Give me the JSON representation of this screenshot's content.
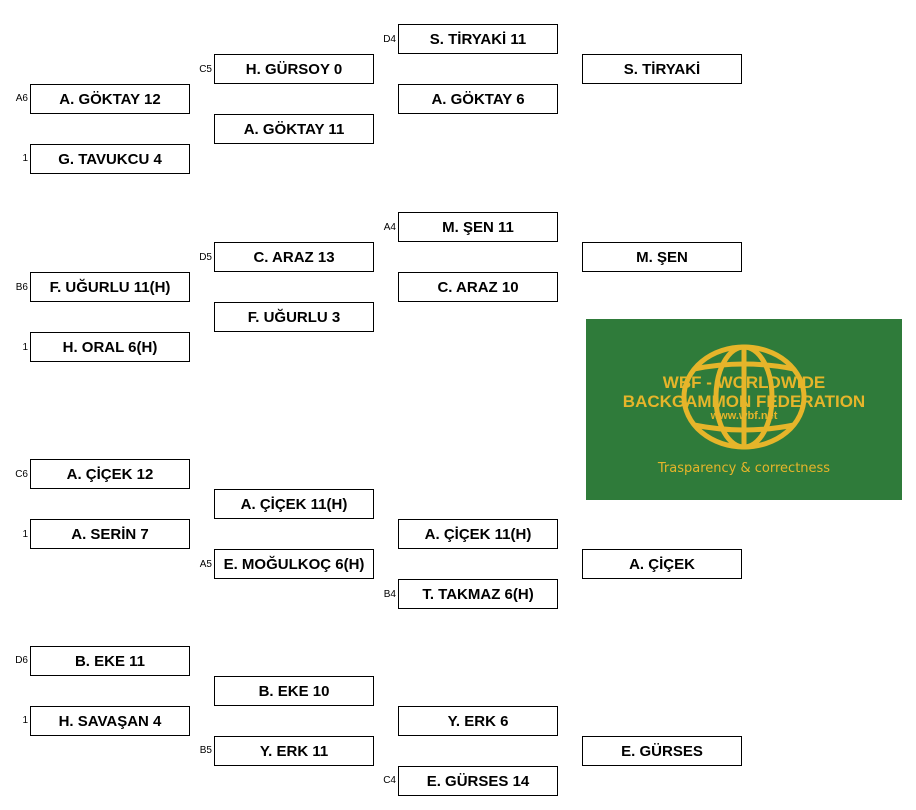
{
  "bracket": {
    "r1": [
      {
        "seed": "A6",
        "label": "A. GÖKTAY  12"
      },
      {
        "seed": "1",
        "label": "G. TAVUKCU  4"
      },
      {
        "seed": "B6",
        "label": "F. UĞURLU  11(H)"
      },
      {
        "seed": "1",
        "label": "H. ORAL  6(H)"
      },
      {
        "seed": "C6",
        "label": "A. ÇİÇEK  12"
      },
      {
        "seed": "1",
        "label": "A. SERİN  7"
      },
      {
        "seed": "D6",
        "label": "B. EKE  11"
      },
      {
        "seed": "1",
        "label": "H. SAVAŞAN  4"
      }
    ],
    "r2": [
      {
        "seed": "C5",
        "label": "H. GÜRSOY  0"
      },
      {
        "seed": "",
        "label": "A. GÖKTAY  11"
      },
      {
        "seed": "D5",
        "label": "C. ARAZ  13"
      },
      {
        "seed": "",
        "label": "F. UĞURLU  3"
      },
      {
        "seed": "",
        "label": "A. ÇİÇEK  11(H)"
      },
      {
        "seed": "A5",
        "label": "E. MOĞULKOÇ  6(H)"
      },
      {
        "seed": "",
        "label": "B. EKE  10"
      },
      {
        "seed": "B5",
        "label": "Y. ERK  11"
      }
    ],
    "r3": [
      {
        "seed": "D4",
        "label": "S. TİRYAKİ  11"
      },
      {
        "seed": "",
        "label": "A. GÖKTAY  6"
      },
      {
        "seed": "A4",
        "label": "M. ŞEN  11"
      },
      {
        "seed": "",
        "label": "C. ARAZ  10"
      },
      {
        "seed": "",
        "label": "A. ÇİÇEK  11(H)"
      },
      {
        "seed": "B4",
        "label": "T. TAKMAZ  6(H)"
      },
      {
        "seed": "",
        "label": "Y. ERK  6"
      },
      {
        "seed": "C4",
        "label": "E. GÜRSES  14"
      }
    ],
    "winners": [
      {
        "label": "S. TİRYAKİ"
      },
      {
        "label": "M. ŞEN"
      },
      {
        "label": "A. ÇİÇEK"
      },
      {
        "label": "E. GÜRSES"
      }
    ]
  },
  "logo": {
    "line1": "WBF - WORLDWIDE",
    "line2": "BACKGAMMON FEDERATION",
    "line3": "www.wbf.net",
    "tagline": "Trasparency & correctness",
    "bg_color": "#2f7b3a",
    "fg_color": "#e6b52a"
  }
}
